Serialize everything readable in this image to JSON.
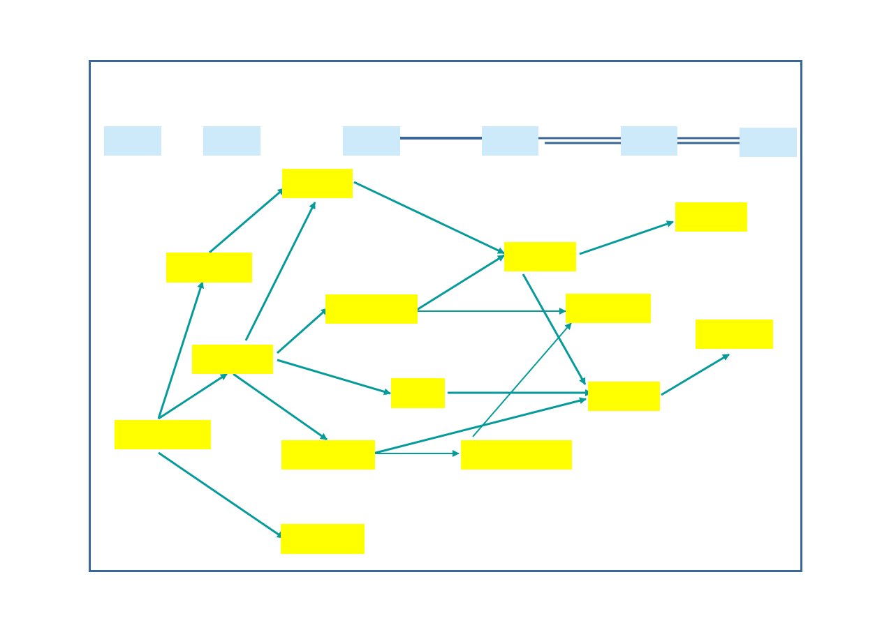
{
  "colors": {
    "frame": "#3b6698",
    "header_box": "#cdeafb",
    "node": "#ffff00",
    "arrow": "#069b9a",
    "connector": "#3b6698"
  },
  "header_boxes": [
    {
      "id": "h1",
      "label": ""
    },
    {
      "id": "h2",
      "label": ""
    },
    {
      "id": "h3",
      "label": ""
    },
    {
      "id": "h4",
      "label": ""
    },
    {
      "id": "h5",
      "label": ""
    },
    {
      "id": "h6",
      "label": ""
    }
  ],
  "nodes": [
    {
      "id": "n1",
      "label": ""
    },
    {
      "id": "n2",
      "label": ""
    },
    {
      "id": "n3",
      "label": ""
    },
    {
      "id": "n4",
      "label": ""
    },
    {
      "id": "n5",
      "label": ""
    },
    {
      "id": "n6",
      "label": ""
    },
    {
      "id": "n7",
      "label": ""
    },
    {
      "id": "n8",
      "label": ""
    },
    {
      "id": "n9",
      "label": ""
    },
    {
      "id": "n10",
      "label": ""
    },
    {
      "id": "n11",
      "label": ""
    },
    {
      "id": "n12",
      "label": ""
    },
    {
      "id": "n13",
      "label": ""
    },
    {
      "id": "n14",
      "label": ""
    }
  ],
  "edges": [
    {
      "from": "n2",
      "to": "n1"
    },
    {
      "from": "n4",
      "to": "n1"
    },
    {
      "from": "n1",
      "to": "n6"
    },
    {
      "from": "n13",
      "to": "n2"
    },
    {
      "from": "n13",
      "to": "n4"
    },
    {
      "from": "n13",
      "to": "n14"
    },
    {
      "from": "n4",
      "to": "n3"
    },
    {
      "from": "n4",
      "to": "n9"
    },
    {
      "from": "n4",
      "to": "n12"
    },
    {
      "from": "n3",
      "to": "n6"
    },
    {
      "from": "n3",
      "to": "n5"
    },
    {
      "from": "n6",
      "to": "n7"
    },
    {
      "from": "n6",
      "to": "n10"
    },
    {
      "from": "n9",
      "to": "n10"
    },
    {
      "from": "n12",
      "to": "n10"
    },
    {
      "from": "n12",
      "to": "n11"
    },
    {
      "from": "n11",
      "to": "n5"
    },
    {
      "from": "n10",
      "to": "n8"
    }
  ]
}
